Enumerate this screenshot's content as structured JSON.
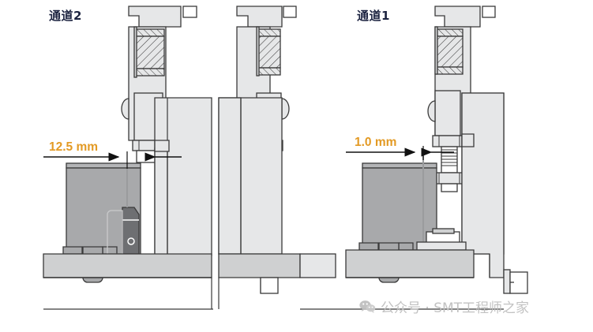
{
  "figure": {
    "type": "mechanical-cross-section",
    "background_color": "#ffffff",
    "line_color": "#3a3a3a",
    "panels": [
      {
        "id": "left",
        "channel_label": "通道2",
        "dimension_label": "12.5 mm",
        "dimension_color": "#e39a24",
        "label_color": "#1c2340"
      },
      {
        "id": "right",
        "channel_label": "通道1",
        "dimension_label": "1.0 mm",
        "dimension_color": "#e39a24",
        "label_color": "#1c2340"
      }
    ],
    "part_fills": {
      "body_light": "#e6e7e8",
      "body_mid": "#d2d3d4",
      "body_dark": "#b4b5b7",
      "component_gray": "#a8a9ab",
      "nozzle_dark": "#6e6f72",
      "plate": "#cfd0d1",
      "white": "#ffffff"
    }
  },
  "watermark": {
    "icon": "wechat-icon",
    "text": "公众号 · SMT工程师之家",
    "color": "#bfbfbf"
  }
}
